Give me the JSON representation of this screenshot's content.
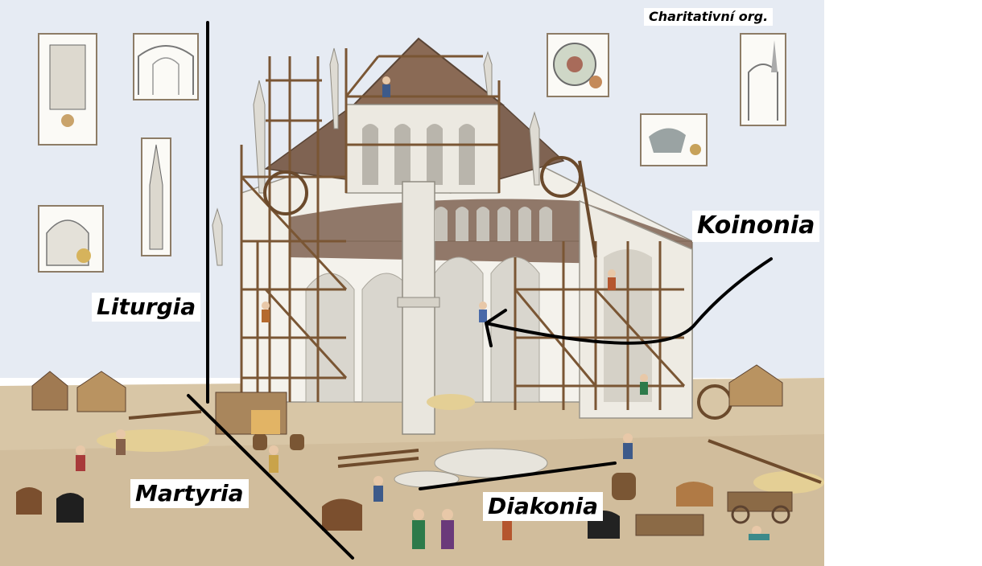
{
  "labels": {
    "liturgia": "Liturgia",
    "martyria": "Martyria",
    "diakonia": "Diakonia",
    "koinonia": "Koinonia",
    "charity": "Charitativní org."
  },
  "colors": {
    "sky": "#e6ebf3",
    "ground": "#d8c6a6",
    "stone": "#f1efe8",
    "stone_shadow": "#c9c6bd",
    "roof": "#8a6a55",
    "scaffold": "#7a5634",
    "ink": "#000000"
  }
}
